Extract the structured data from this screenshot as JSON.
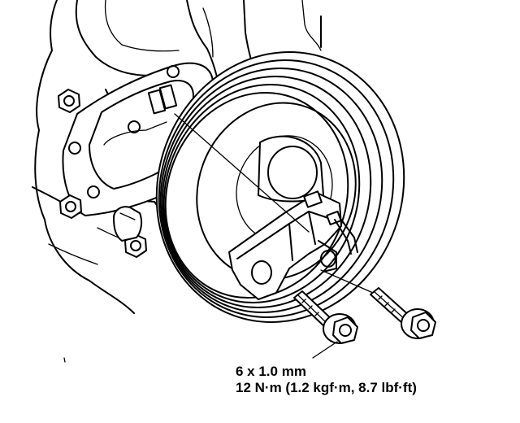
{
  "callout": {
    "bolt_size": "6 x 1.0 mm",
    "torque": "12 N·m (1.2 kgf·m, 8.7 lbf·ft)"
  },
  "icons": [
    "engine-block-outline",
    "crankshaft-pulley",
    "auto-tensioner",
    "flange-bolt",
    "hex-nut"
  ]
}
